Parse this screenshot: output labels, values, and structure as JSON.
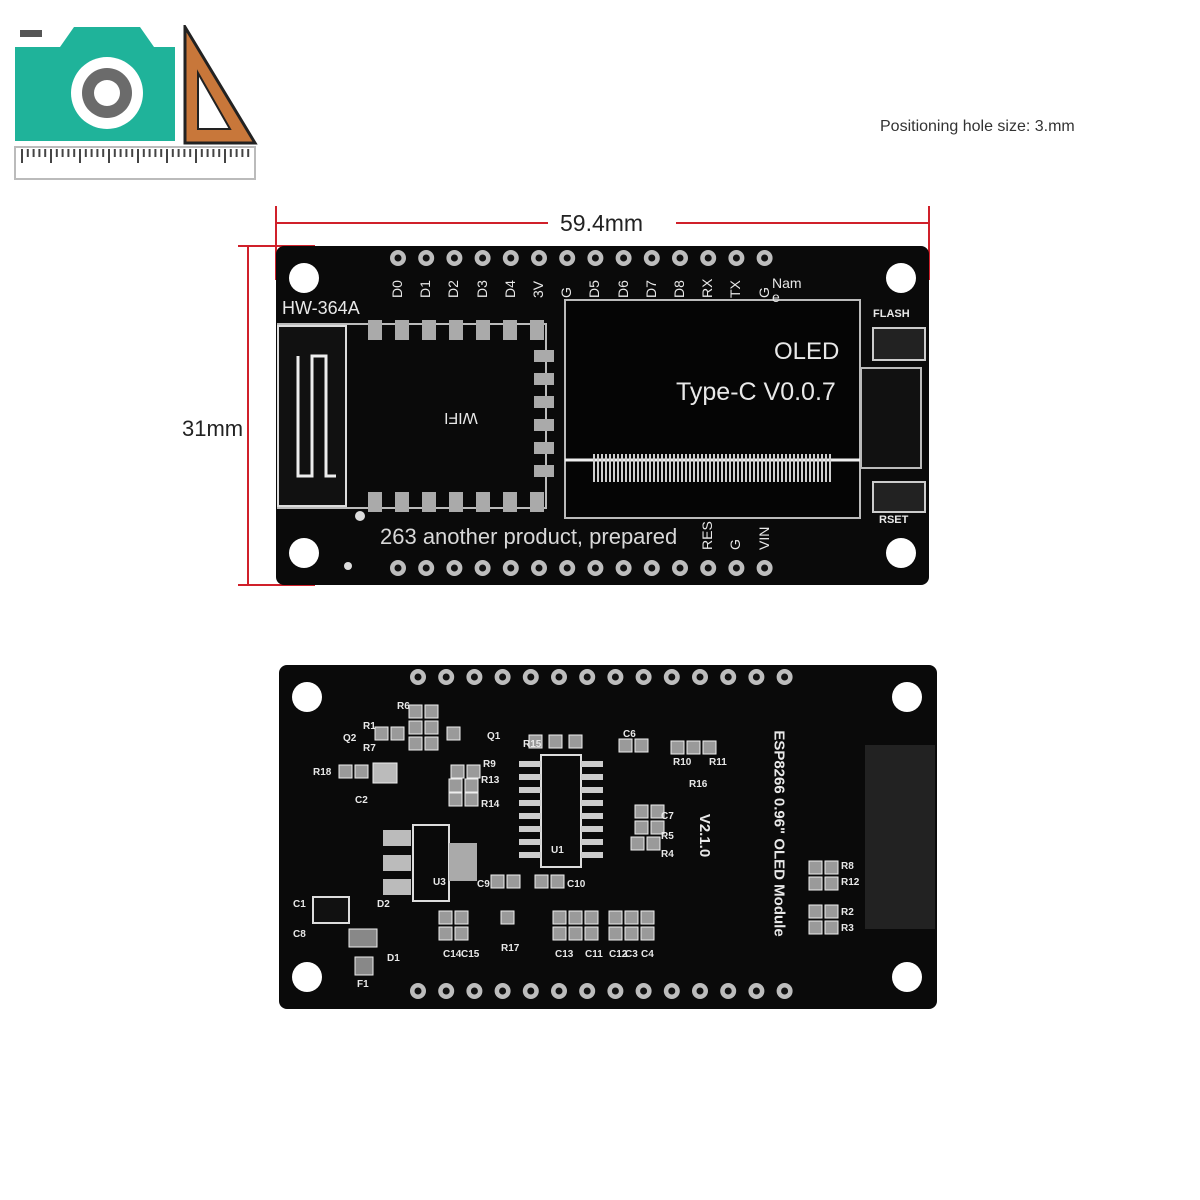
{
  "note": "Positioning hole size: 3.mm",
  "dims": {
    "width": "59.4mm",
    "height": "31mm"
  },
  "front": {
    "model": "HW-364A",
    "wifi": "WIFI",
    "oled": "OLED",
    "version": "Type-C V0.0.7",
    "name_label": "Nam e",
    "flash": "FLASH",
    "reset": "RSET",
    "overlay": "263 another product, prepared",
    "pins_top": [
      "D0",
      "D1",
      "D2",
      "D3",
      "D4",
      "3V",
      "G",
      "D5",
      "D6",
      "D7",
      "D8",
      "RX",
      "TX",
      "G"
    ],
    "pins_bottom": [
      "RES",
      "G",
      "VIN"
    ]
  },
  "back": {
    "title": "ESP8266 0.96\" OLED Module",
    "version": "V2.1.0",
    "components": [
      "R6",
      "R1",
      "Q2",
      "R7",
      "Q1",
      "R15",
      "C6",
      "R10",
      "R11",
      "R16",
      "R18",
      "R9",
      "R13",
      "R14",
      "C2",
      "C7",
      "R5",
      "R4",
      "C9",
      "C10",
      "R8",
      "R12",
      "C1",
      "D2",
      "U3",
      "U1",
      "R2",
      "R3",
      "C8",
      "D1",
      "C14",
      "C15",
      "R17",
      "C13",
      "C11",
      "C12",
      "C3",
      "C4",
      "F1"
    ]
  },
  "colors": {
    "board": "#0a0a0a",
    "dim_line": "#d0202a",
    "logo_teal": "#1fb39a",
    "logo_orange": "#c8773a"
  }
}
